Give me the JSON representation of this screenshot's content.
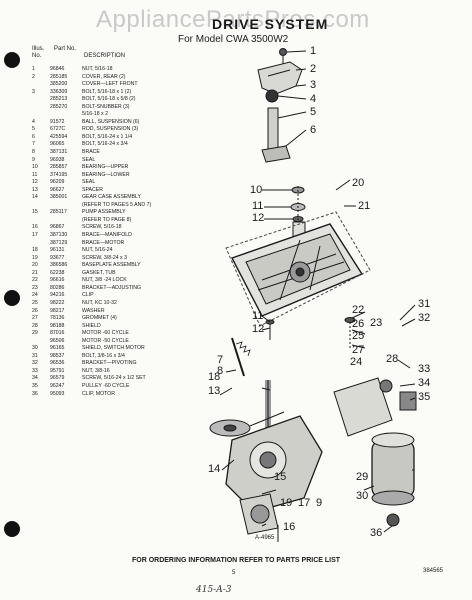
{
  "header": {
    "watermark": "AppliancePartsPros.com",
    "title": "DRIVE SYSTEM",
    "subtitle": "For Model CWA 3500W2"
  },
  "table_header": {
    "illus_no": "Illus. No.",
    "part_no": "Part No.",
    "description": "DESCRIPTION"
  },
  "parts": [
    {
      "no": "1",
      "part": "96846",
      "desc": "NUT, 5/16-18"
    },
    {
      "no": "2",
      "part": "285185",
      "desc": "COVER, REAR (2)"
    },
    {
      "no": "",
      "part": "385200",
      "desc": "COVER—LEFT FRONT"
    },
    {
      "no": "3",
      "part": "336309",
      "desc": "BOLT, 5/16-18 x 1 (2)"
    },
    {
      "no": "",
      "part": "285213",
      "desc": "BOLT, 5/16-18 x 5/8 (2)"
    },
    {
      "no": "",
      "part": "285270",
      "desc": "BOLT-SNUBBER (3)"
    },
    {
      "no": "",
      "part": "",
      "desc": "5/16-18 x 2"
    },
    {
      "no": "4",
      "part": "91572",
      "desc": "BALL, SUSPENSION (6)"
    },
    {
      "no": "5",
      "part": "6727C",
      "desc": "ROD, SUSPENSION (3)"
    },
    {
      "no": "6",
      "part": "425594",
      "desc": "BOLT, 5/16-24 x 1 1/4"
    },
    {
      "no": "7",
      "part": "96065",
      "desc": "BOLT, 5/16-24 x 3/4"
    },
    {
      "no": "8",
      "part": "387131",
      "desc": "BRACE"
    },
    {
      "no": "9",
      "part": "96938",
      "desc": "SEAL"
    },
    {
      "no": "10",
      "part": "285857",
      "desc": "BEARING—UPPER"
    },
    {
      "no": "11",
      "part": "374195",
      "desc": "BEARING—LOWER"
    },
    {
      "no": "12",
      "part": "96209",
      "desc": "SEAL"
    },
    {
      "no": "13",
      "part": "96627",
      "desc": "SPACER"
    },
    {
      "no": "14",
      "part": "385001",
      "desc": "GEAR CASE ASSEMBLY"
    },
    {
      "no": "",
      "part": "",
      "desc": "(REFER TO PAGES 5 AND 7)"
    },
    {
      "no": "15",
      "part": "285117",
      "desc": "PUMP ASSEMBLY"
    },
    {
      "no": "",
      "part": "",
      "desc": "(REFER TO PAGE 8)"
    },
    {
      "no": "16",
      "part": "96867",
      "desc": "SCREW, 5/16-18"
    },
    {
      "no": "17",
      "part": "387130",
      "desc": "BRACE—MANIFOLD"
    },
    {
      "no": "",
      "part": "387129",
      "desc": "BRACE—MOTOR"
    },
    {
      "no": "18",
      "part": "96131",
      "desc": "NUT, 5/16-24"
    },
    {
      "no": "19",
      "part": "93677",
      "desc": "SCREW, 3/8-24 x 3"
    },
    {
      "no": "20",
      "part": "386586",
      "desc": "BASEPLATE ASSEMBLY"
    },
    {
      "no": "21",
      "part": "62238",
      "desc": "GASKET, TUB"
    },
    {
      "no": "22",
      "part": "96616",
      "desc": "NUT, 3/8 -24 LOCK"
    },
    {
      "no": "23",
      "part": "80286",
      "desc": "BRACKET—ADJUSTING"
    },
    {
      "no": "24",
      "part": "94216",
      "desc": "CLIP"
    },
    {
      "no": "25",
      "part": "98222",
      "desc": "NUT, KC 10-32"
    },
    {
      "no": "26",
      "part": "98217",
      "desc": "WASHER"
    },
    {
      "no": "27",
      "part": "78136",
      "desc": "GROMMET (4)"
    },
    {
      "no": "28",
      "part": "98188",
      "desc": "SHIELD"
    },
    {
      "no": "29",
      "part": "87016",
      "desc": "MOTOR -60 CYCLE"
    },
    {
      "no": "",
      "part": "96506",
      "desc": "MOTOR -50 CYCLE"
    },
    {
      "no": "30",
      "part": "96165",
      "desc": "SHIELD, SWITCH MOTOR"
    },
    {
      "no": "31",
      "part": "98537",
      "desc": "BOLT, 3/8-16 x 3/4"
    },
    {
      "no": "32",
      "part": "96536",
      "desc": "BRACKET—PIVOTING"
    },
    {
      "no": "33",
      "part": "95791",
      "desc": "NUT, 3/8-16"
    },
    {
      "no": "34",
      "part": "96579",
      "desc": "SCREW, 5/16-24 x 1/2 SET"
    },
    {
      "no": "35",
      "part": "96247",
      "desc": "PULLEY -60 CYCLE"
    },
    {
      "no": "36",
      "part": "95093",
      "desc": "CLIP, MOTOR"
    }
  ],
  "callouts": [
    "1",
    "2",
    "3",
    "4",
    "5",
    "6",
    "7",
    "8",
    "9",
    "10",
    "11",
    "12",
    "13",
    "14",
    "15",
    "16",
    "17",
    "18",
    "19",
    "20",
    "21",
    "22",
    "23",
    "24",
    "25",
    "26",
    "27",
    "28",
    "29",
    "30",
    "31",
    "32",
    "33",
    "34",
    "35",
    "36"
  ],
  "drawing_no": "A-4965",
  "footer": "FOR ORDERING INFORMATION REFER TO PARTS PRICE LIST",
  "page_number": "5",
  "handwritten_note": "415-A-3",
  "doc_number": "384565"
}
